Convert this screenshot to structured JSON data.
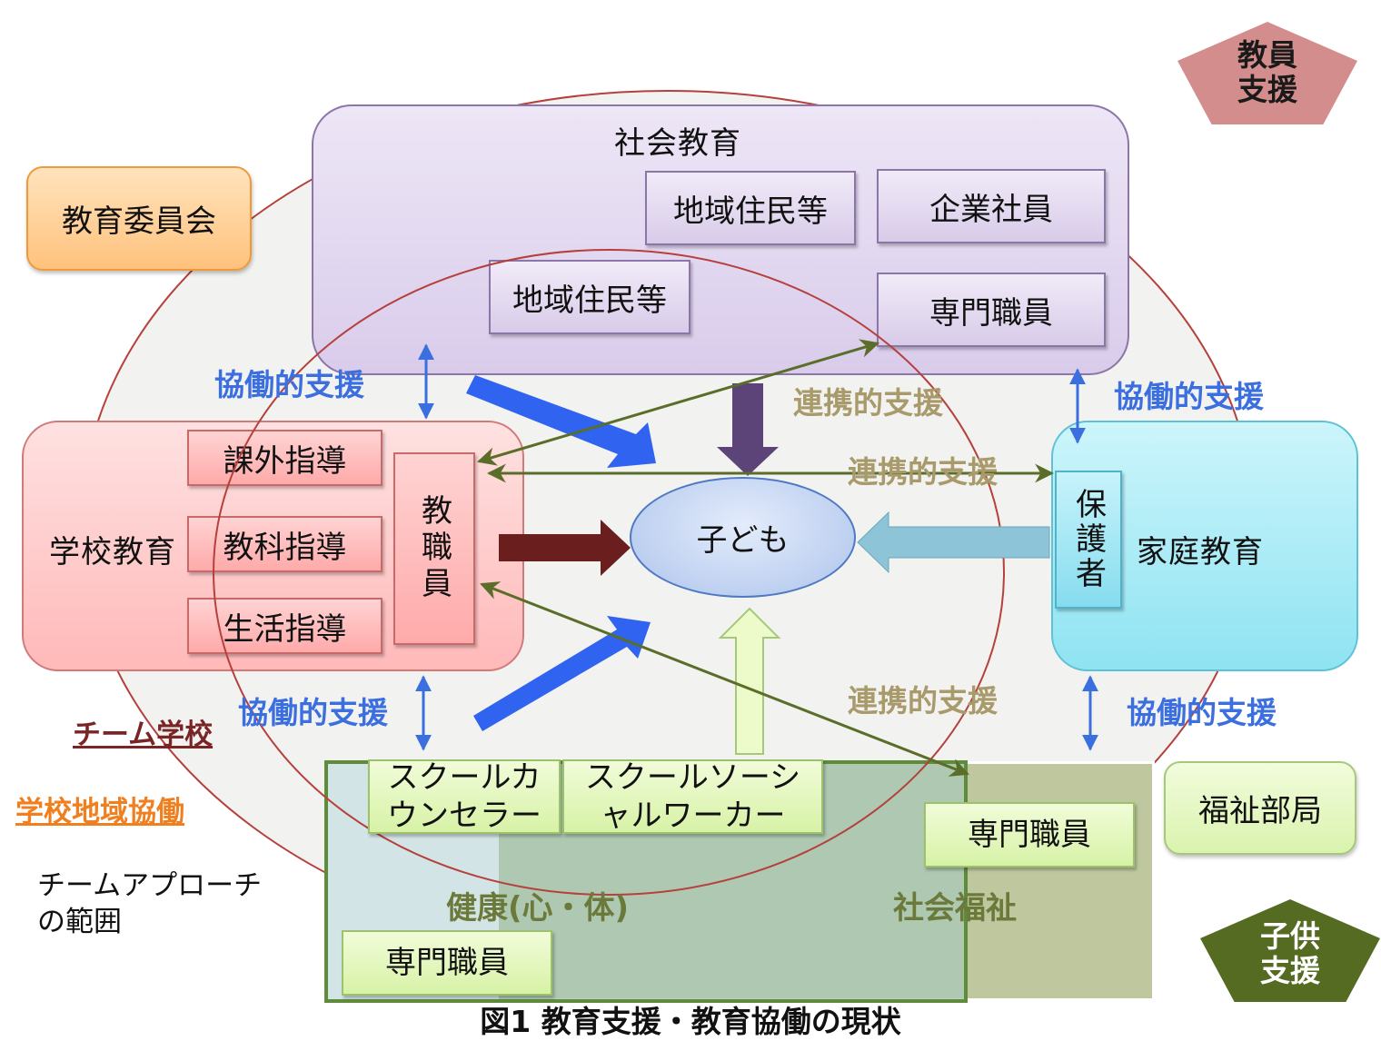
{
  "social": {
    "title": "社会教育",
    "residents1": "地域住民等",
    "residents2": "地域住民等",
    "company": "企業社員",
    "specialist": "専門職員"
  },
  "board": "教育委員会",
  "school": {
    "title": "学校教育",
    "extracurricular": "課外指導",
    "subject": "教科指導",
    "life": "生活指導",
    "staff": "教職員"
  },
  "home": {
    "title": "家庭教育",
    "guardian": "保護者"
  },
  "child": "子ども",
  "collab": {
    "top_left": "協働的支援",
    "bottom_left": "協働的支援",
    "top_right": "協働的支援",
    "bottom_right": "協働的支援"
  },
  "link": {
    "top": "連携的支援",
    "middle": "連携的支援",
    "bottom": "連携的支援"
  },
  "labels": {
    "team_school": "チーム学校",
    "school_community": "学校地域協働",
    "team_approach": "チームアプローチの範囲"
  },
  "welfare": {
    "counselor": "スクールカウンセラー",
    "social_worker": "スクールソーシャルワーカー",
    "health": "健康(心・体)",
    "social_welfare": "社会福祉",
    "specialist_right": "専門職員",
    "specialist_left": "専門職員",
    "department": "福祉部局"
  },
  "pentagons": {
    "teacher_support": "教員支援",
    "child_support": "子供支援"
  },
  "caption": "図1 教育支援・教育協働の現状",
  "colors": {
    "collab_text": "#3b6fe0",
    "link_text": "#a89a6a",
    "team_school": "#7a2525",
    "school_community": "#ef7f1f",
    "circle": "#b5403c",
    "link_arrow": "#5a6e2a"
  }
}
